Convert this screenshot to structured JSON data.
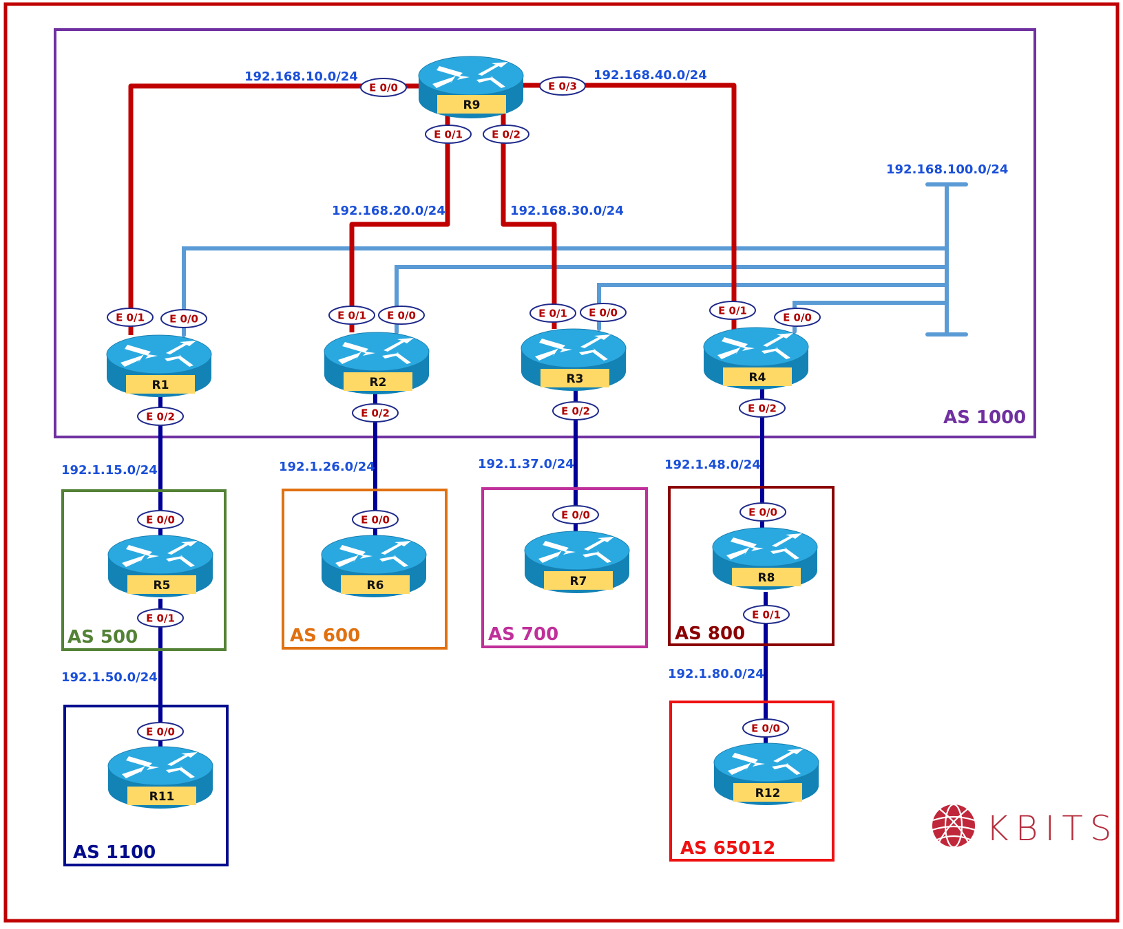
{
  "diagram": {
    "colors": {
      "outer_border": "#c00000",
      "ibgp_link": "#c00000",
      "lan_bus": "#5b9bd5",
      "ebgp_link": "#000099",
      "interface_text": "#b00000",
      "interface_ring": "#1f2a8a",
      "network_text": "#1a4fd8",
      "router_top": "#2aa9e0",
      "router_side": "#1382b5",
      "router_label_bg": "#ffd966",
      "logo": "#c0273a"
    },
    "autonomous_systems": [
      {
        "id": "as1000",
        "label": "AS 1000",
        "color": "#7030a0"
      },
      {
        "id": "as500",
        "label": "AS 500",
        "color": "#538135"
      },
      {
        "id": "as600",
        "label": "AS 600",
        "color": "#e07010"
      },
      {
        "id": "as700",
        "label": "AS 700",
        "color": "#c0309a"
      },
      {
        "id": "as800",
        "label": "AS 800",
        "color": "#8b0000"
      },
      {
        "id": "as1100",
        "label": "AS 1100",
        "color": "#000c8c"
      },
      {
        "id": "as65012",
        "label": "AS 65012",
        "color": "#ee1111"
      }
    ],
    "routers": [
      {
        "id": "r9",
        "label": "R9",
        "icon": "router-icon"
      },
      {
        "id": "r1",
        "label": "R1",
        "icon": "router-icon"
      },
      {
        "id": "r2",
        "label": "R2",
        "icon": "router-icon"
      },
      {
        "id": "r3",
        "label": "R3",
        "icon": "router-icon"
      },
      {
        "id": "r4",
        "label": "R4",
        "icon": "router-icon"
      },
      {
        "id": "r5",
        "label": "R5",
        "icon": "router-icon"
      },
      {
        "id": "r6",
        "label": "R6",
        "icon": "router-icon"
      },
      {
        "id": "r7",
        "label": "R7",
        "icon": "router-icon"
      },
      {
        "id": "r8",
        "label": "R8",
        "icon": "router-icon"
      },
      {
        "id": "r11",
        "label": "R11",
        "icon": "router-icon"
      },
      {
        "id": "r12",
        "label": "R12",
        "icon": "router-icon"
      }
    ],
    "networks": [
      {
        "id": "n10",
        "label": "192.168.10.0/24"
      },
      {
        "id": "n40",
        "label": "192.168.40.0/24"
      },
      {
        "id": "n20",
        "label": "192.168.20.0/24"
      },
      {
        "id": "n30",
        "label": "192.168.30.0/24"
      },
      {
        "id": "n100",
        "label": "192.168.100.0/24"
      },
      {
        "id": "n15",
        "label": "192.1.15.0/24"
      },
      {
        "id": "n26",
        "label": "192.1.26.0/24"
      },
      {
        "id": "n37",
        "label": "192.1.37.0/24"
      },
      {
        "id": "n48",
        "label": "192.1.48.0/24"
      },
      {
        "id": "n50",
        "label": "192.1.50.0/24"
      },
      {
        "id": "n80",
        "label": "192.1.80.0/24"
      }
    ],
    "interfaces": [
      {
        "router": "R9",
        "label": "E 0/0"
      },
      {
        "router": "R9",
        "label": "E 0/3"
      },
      {
        "router": "R9",
        "label": "E 0/1"
      },
      {
        "router": "R9",
        "label": "E 0/2"
      },
      {
        "router": "R1",
        "label": "E 0/1"
      },
      {
        "router": "R1",
        "label": "E 0/0"
      },
      {
        "router": "R1",
        "label": "E 0/2"
      },
      {
        "router": "R2",
        "label": "E 0/1"
      },
      {
        "router": "R2",
        "label": "E 0/0"
      },
      {
        "router": "R2",
        "label": "E 0/2"
      },
      {
        "router": "R3",
        "label": "E 0/1"
      },
      {
        "router": "R3",
        "label": "E 0/0"
      },
      {
        "router": "R3",
        "label": "E 0/2"
      },
      {
        "router": "R4",
        "label": "E 0/1"
      },
      {
        "router": "R4",
        "label": "E 0/0"
      },
      {
        "router": "R4",
        "label": "E 0/2"
      },
      {
        "router": "R5",
        "label": "E 0/0"
      },
      {
        "router": "R5",
        "label": "E 0/1"
      },
      {
        "router": "R6",
        "label": "E 0/0"
      },
      {
        "router": "R7",
        "label": "E 0/0"
      },
      {
        "router": "R8",
        "label": "E 0/0"
      },
      {
        "router": "R8",
        "label": "E 0/1"
      },
      {
        "router": "R11",
        "label": "E 0/0"
      },
      {
        "router": "R12",
        "label": "E 0/0"
      }
    ],
    "logo": {
      "text": "KBITS",
      "icon": "globe-icon"
    }
  }
}
